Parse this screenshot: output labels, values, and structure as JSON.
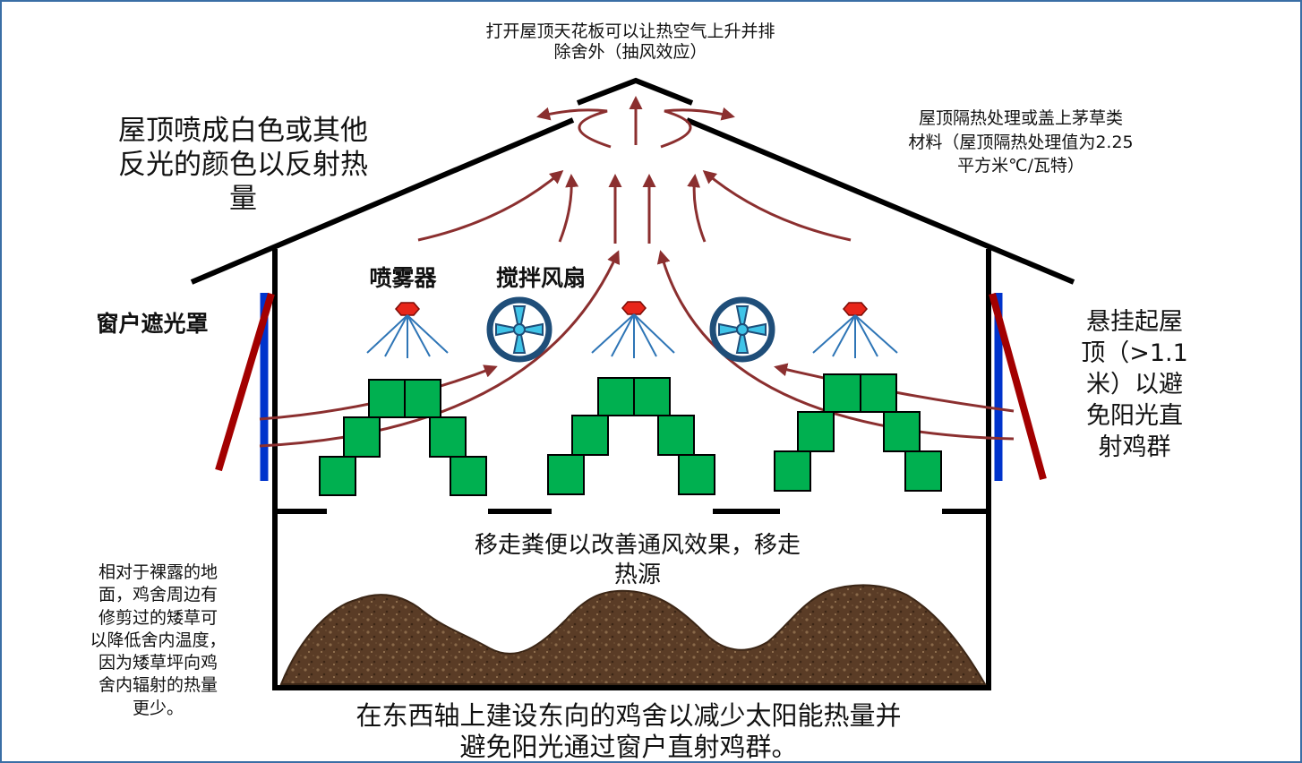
{
  "labels": {
    "roof_vent": [
      "打开屋顶天花板可以让热空气上升并排",
      "除舍外（抽风效应）"
    ],
    "roof_white": [
      "屋顶喷成白色或其他",
      "反光的颜色以反射热",
      "量"
    ],
    "roof_insulation": [
      "屋顶隔热处理或盖上茅草类",
      "材料（屋顶隔热处理值为2.25",
      "平方米℃/瓦特）"
    ],
    "sprayer": "喷雾器",
    "stir_fan": "搅拌风扇",
    "window_shade": "窗户遮光罩",
    "overhang": [
      "悬挂起屋",
      "顶（>1.1",
      "米）以避",
      "免阳光直",
      "射鸡群"
    ],
    "manure": [
      "移走粪便以改善通风效果，移走",
      "热源"
    ],
    "grass": [
      "相对于裸露的地",
      "面，鸡舍周边有",
      "修剪过的矮草可",
      "以降低舍内温度，",
      "因为矮草坪向鸡",
      "舍内辐射的热量",
      "更少。"
    ],
    "orientation": [
      "在东西轴上建设东向的鸡舍以减少太阳能热量并",
      "避免阳光通过窗户直射鸡群。"
    ]
  },
  "colors": {
    "frame": "#000000",
    "arrow": "#8b2f2f",
    "chicken": "#00b050",
    "fan": "#1f4e79",
    "fan_blade": "#40c4e8",
    "sprayer_head": "#e8261a",
    "spray_lines": "#2e75b6",
    "shade_red": "#a30000",
    "shade_blue": "#0033cc",
    "manure": "#5a3c26",
    "border": "#3a6ea5"
  }
}
